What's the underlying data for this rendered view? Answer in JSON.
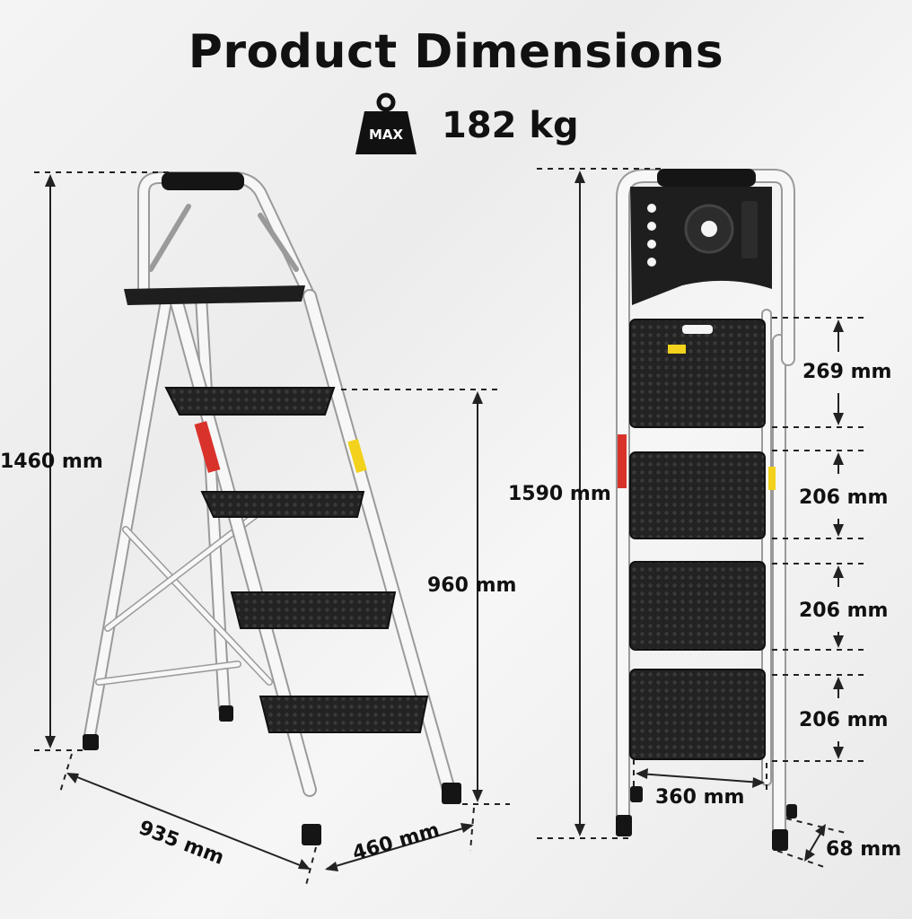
{
  "title": "Product Dimensions",
  "max_load": {
    "icon_label": "MAX",
    "value": "182 kg"
  },
  "open_view": {
    "height": "1460 mm",
    "step_height": "960 mm",
    "depth": "935 mm",
    "width": "460 mm"
  },
  "folded_view": {
    "height": "1590 mm",
    "top_step_spacing": "269 mm",
    "step_spacing_1": "206 mm",
    "step_spacing_2": "206 mm",
    "step_spacing_3": "206 mm",
    "step_width": "360 mm",
    "thickness": "68 mm"
  },
  "colors": {
    "frame": "#f7f7f7",
    "frame_outline": "#9a9a9a",
    "step": "#1e1e1e",
    "foot": "#151515",
    "warning_red": "#d9322b",
    "warning_yellow": "#f2d21c"
  }
}
